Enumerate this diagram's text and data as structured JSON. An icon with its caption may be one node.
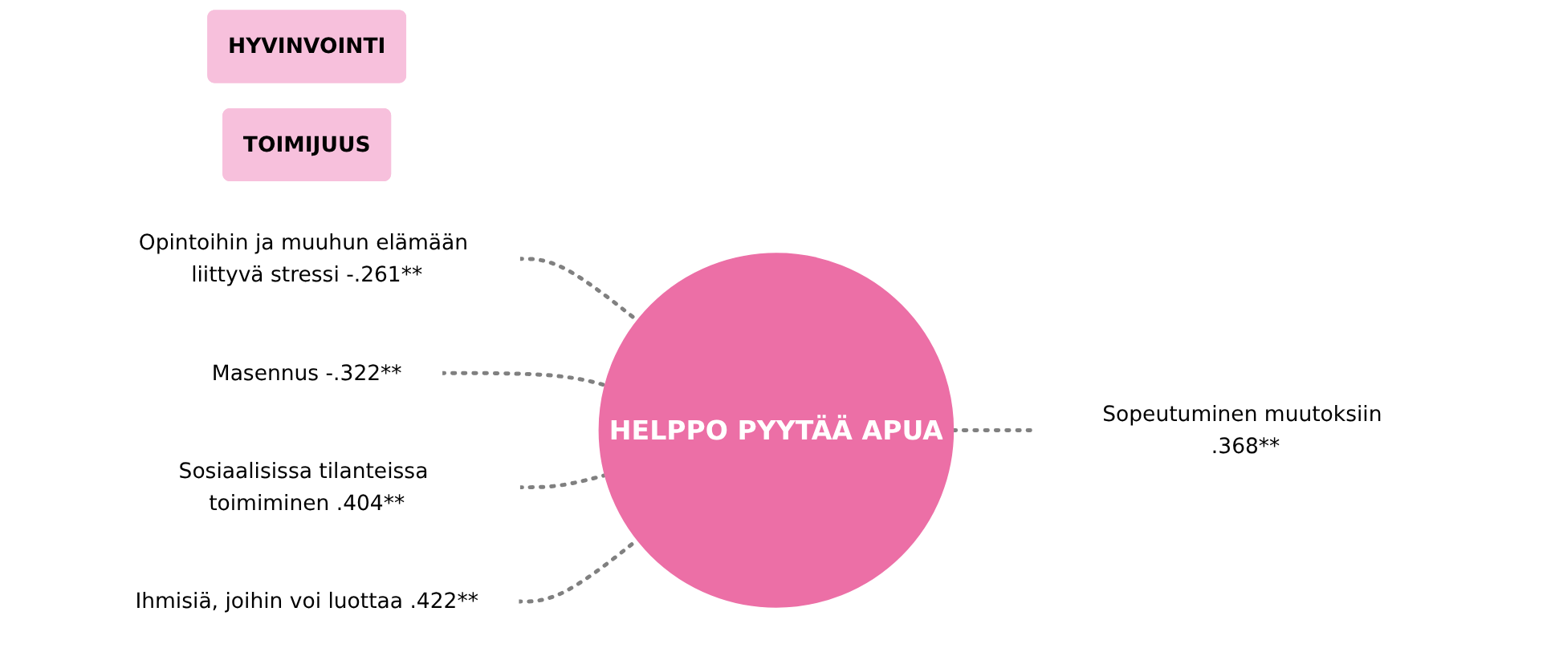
{
  "diagram": {
    "nodes": [
      {
        "text": [
          "HYVINVOINTI"
        ]
      },
      {
        "text": [
          "TOIMIJUUS"
        ]
      },
      {
        "text": [
          "Opintoihin ja muuhun elämään liittyvä stressi -.261**"
        ]
      },
      {
        "text": [
          "Masennus -.322**"
        ]
      },
      {
        "text": [
          "Sosiaalisissa tilanteissa toimiminen .404**"
        ]
      },
      {
        "text": [
          "Ihmisiä, joihin voi luottaa .422**"
        ]
      },
      {
        "text": [
          "HELPPO PYYTÄÄ APUA"
        ]
      },
      {
        "text": [
          "Sopeutuminen muutoksiin .368**"
        ]
      }
    ],
    "edges": [
      {
        "from": 2,
        "to": 6,
        "arrow": "none",
        "style": "dashed"
      },
      {
        "from": 3,
        "to": 6,
        "arrow": "none",
        "style": "dashed"
      },
      {
        "from": 4,
        "to": 6,
        "arrow": "none",
        "style": "dashed"
      },
      {
        "from": 5,
        "to": 6,
        "arrow": "none",
        "style": "dashed"
      },
      {
        "from": 6,
        "to": 7,
        "arrow": "none",
        "style": "dashed"
      }
    ]
  }
}
